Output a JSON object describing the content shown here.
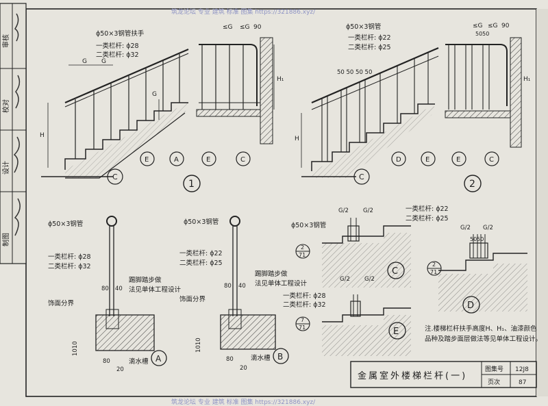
{
  "watermark": {
    "top": "筑龙论坛 专业 建筑 标准 图集 https://321886.xyz/",
    "bottom": "筑龙论坛 专业 建筑 标准 图集 https://321886.xyz/"
  },
  "sidebar": {
    "row1": "审核",
    "row2": "校对",
    "row3": "设计",
    "row4": "制图"
  },
  "detail1": {
    "handrail": "ϕ50×3钢管扶手",
    "class1": "一类栏杆: ϕ28",
    "class2": "二类栏杆: ϕ32",
    "dim_g": "G",
    "dim_lg": "≤G",
    "dim_90": "90",
    "dim_h": "H",
    "dim_h1": "H₁",
    "number": "1",
    "callout_c": "C",
    "callout_e": "E",
    "callout_a": "A"
  },
  "detail2": {
    "handrail": "ϕ50×3钢管",
    "class1": "一类栏杆: ϕ22",
    "class2": "二类栏杆: ϕ25",
    "dim_50": "50 50 50 50",
    "dim_5050": "5050",
    "dim_lg": "≤G",
    "dim_90": "90",
    "dim_h": "H",
    "dim_h1": "H₁",
    "number": "2",
    "callout_c": "C",
    "callout_d": "D",
    "callout_e": "E"
  },
  "sectionA": {
    "pipe": "ϕ50×3钢管",
    "class1": "一类栏杆: ϕ28",
    "class2": "二类栏杆: ϕ32",
    "nosing": "踢脚踏步做",
    "nosing2": "法见单体工程设计",
    "finish": "饰面分界",
    "dim_80": "80",
    "dim_40": "40",
    "dim_1010": "1010",
    "dim_80b": "80",
    "dim_20": "20",
    "drip": "滴水槽",
    "label": "A"
  },
  "sectionB": {
    "pipe": "ϕ50×3钢管",
    "class1": "一类栏杆: ϕ22",
    "class2": "二类栏杆: ϕ25",
    "nosing": "踢脚踏步做",
    "nosing2": "法见单体工程设计",
    "finish": "饰面分界",
    "dim_80": "80",
    "dim_40": "40",
    "dim_1010": "1010",
    "dim_80b": "80",
    "dim_20": "20",
    "drip": "滴水槽",
    "label": "B"
  },
  "detailC": {
    "pipe": "ϕ50×3钢管",
    "g_half": "G/2",
    "ref_top": "2",
    "ref_bot": "71",
    "label": "C"
  },
  "detailE": {
    "class1": "一类栏杆: ϕ28",
    "class2": "二类栏杆: ϕ32",
    "g_half": "G/2",
    "ref_top": "7",
    "ref_bot": "71",
    "label": "E"
  },
  "detailD": {
    "class1": "一类栏杆: ϕ22",
    "class2": "二类栏杆: ϕ25",
    "g_half": "G/2",
    "dim_5050": "5050",
    "ref_top": "2",
    "ref_bot": "71",
    "label": "D"
  },
  "note": {
    "line1": "注.楼梯栏杆扶手高度H、H₁、油漆颜色",
    "line2": "品种及踏步面层做法等见单体工程设计。"
  },
  "titleblock": {
    "title": "金属室外楼梯栏杆(一)",
    "atlas_label": "图集号",
    "atlas_value": "12J8",
    "page_label": "页次",
    "page_value": "87"
  }
}
